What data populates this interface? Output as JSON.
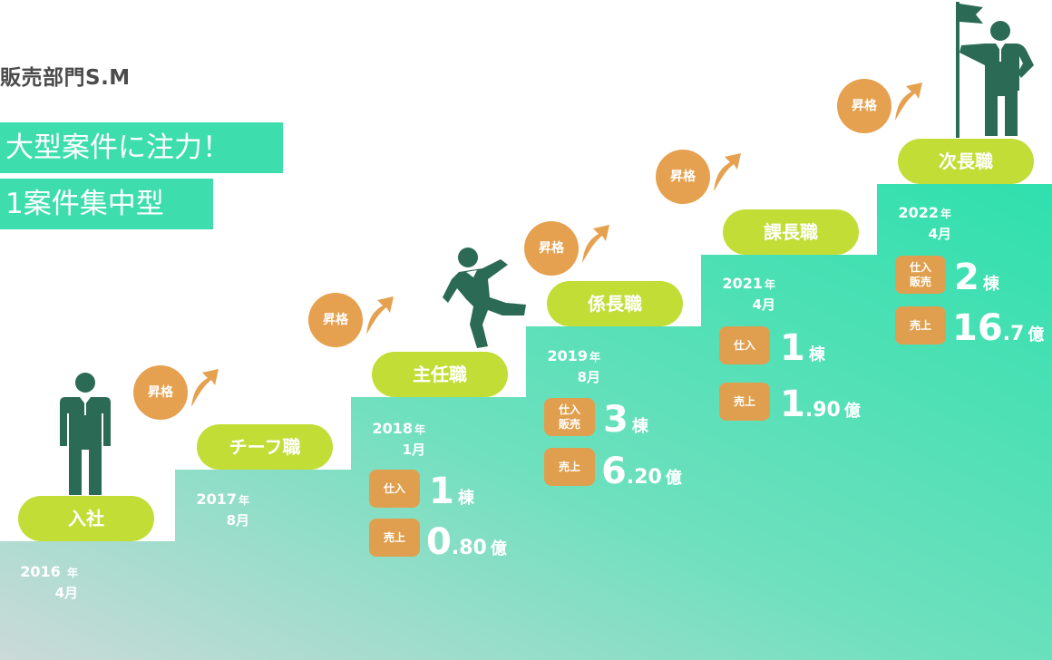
{
  "department": "販売部門S.M",
  "headline": {
    "line1": "大型案件に注力！",
    "line2": "1案件集中型"
  },
  "colors": {
    "stair_start": "#c9dcd8",
    "stair_end": "#2fe0ad",
    "accent_green": "#3dddae",
    "pill": "#c3dd37",
    "promo": "#e5a14f",
    "tag": "#e09f4e",
    "figure": "#2b6a55"
  },
  "promo_label": "昇格",
  "steps": [
    {
      "title": "入社",
      "year": "2016",
      "year_unit": "年",
      "month": "4月",
      "stats": []
    },
    {
      "title": "チーフ職",
      "year": "2017",
      "year_unit": "年",
      "month": "8月",
      "stats": []
    },
    {
      "title": "主任職",
      "year": "2018",
      "year_unit": "年",
      "month": "1月",
      "stats": [
        {
          "tag": "仕入",
          "int": "1",
          "dec": "",
          "unit": "棟"
        },
        {
          "tag": "売上",
          "int": "0",
          "dec": ".80",
          "unit": "億"
        }
      ]
    },
    {
      "title": "係長職",
      "year": "2019",
      "year_unit": "年",
      "month": "8月",
      "stats": [
        {
          "tag": "仕入\n販売",
          "int": "3",
          "dec": "",
          "unit": "棟"
        },
        {
          "tag": "売上",
          "int": "6",
          "dec": ".20",
          "unit": "億"
        }
      ]
    },
    {
      "title": "課長職",
      "year": "2021",
      "year_unit": "年",
      "month": "4月",
      "stats": [
        {
          "tag": "仕入",
          "int": "1",
          "dec": "",
          "unit": "棟"
        },
        {
          "tag": "売上",
          "int": "1",
          "dec": ".90",
          "unit": "億"
        }
      ]
    },
    {
      "title": "次長職",
      "year": "2022",
      "year_unit": "年",
      "month": "4月",
      "stats": [
        {
          "tag": "仕入\n販売",
          "int": "2",
          "dec": "",
          "unit": "棟"
        },
        {
          "tag": "売上",
          "int": "16",
          "dec": ".7",
          "unit": "億"
        }
      ]
    }
  ]
}
